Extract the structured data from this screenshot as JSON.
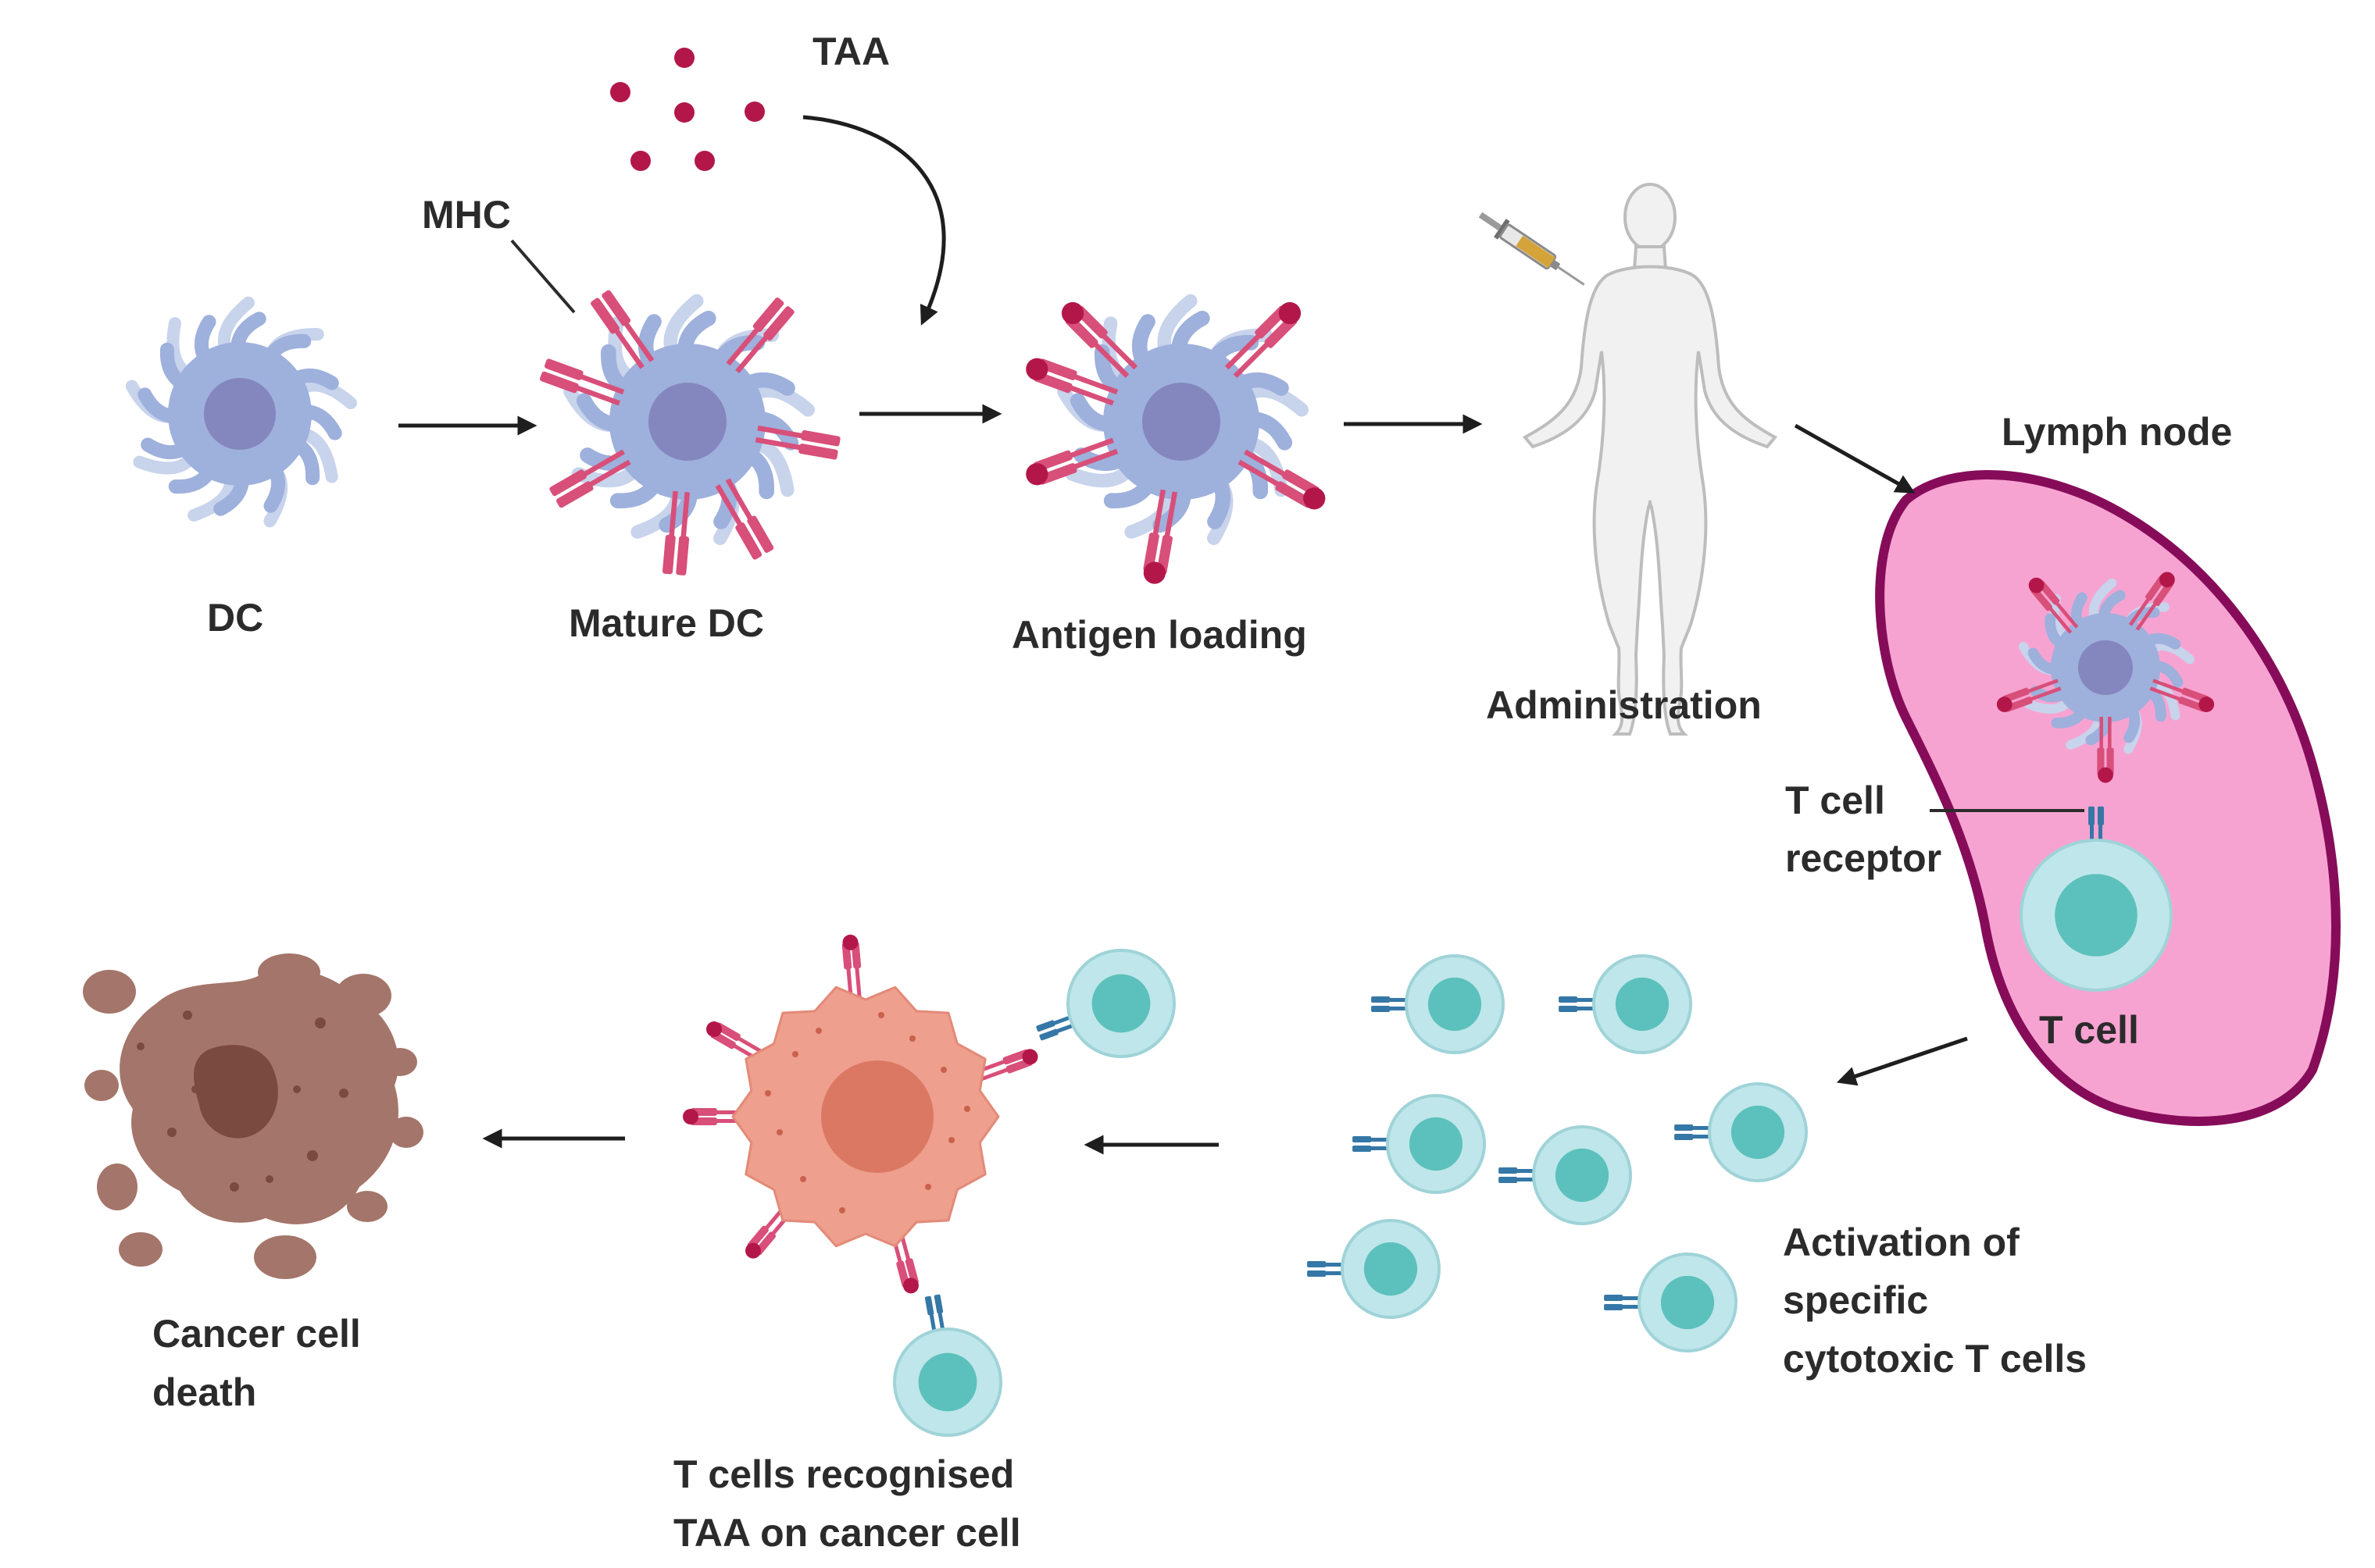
{
  "labels": {
    "taa": "TAA",
    "mhc": "MHC",
    "dc": "DC",
    "mature_dc": "Mature DC",
    "antigen_loading": "Antigen loading",
    "administration": "Administration",
    "lymph_node": "Lymph node",
    "tcr_line1": "T cell",
    "tcr_line2": "receptor",
    "t_cell": "T cell",
    "activation_line1": "Activation of",
    "activation_line2": "specific",
    "activation_line3": "cytotoxic T cells",
    "recognised_line1": "T cells recognised",
    "recognised_line2": "TAA on cancer cell",
    "death_line1": "Cancer cell",
    "death_line2": "death"
  },
  "colors": {
    "dc_body": "#9eb0dc",
    "dc_nucleus": "#8487bd",
    "dc_dendrite_light": "#c8d3ec",
    "mhc": "#d84f79",
    "taa": "#b3174a",
    "lymph_fill": "#f7a3d2",
    "lymph_border": "#860c5a",
    "tcell_body": "#bfe6ea",
    "tcell_nucleus": "#5cc1bc",
    "tcr": "#3577a6",
    "cancer_body": "#ee9f8d",
    "cancer_nucleus": "#db7863",
    "dead_cell": "#a4756a",
    "dead_nucleus": "#7a4a41",
    "arrow": "#1e1e1e"
  },
  "icons": {
    "syringe": "syringe-icon",
    "human": "human-body-icon"
  }
}
